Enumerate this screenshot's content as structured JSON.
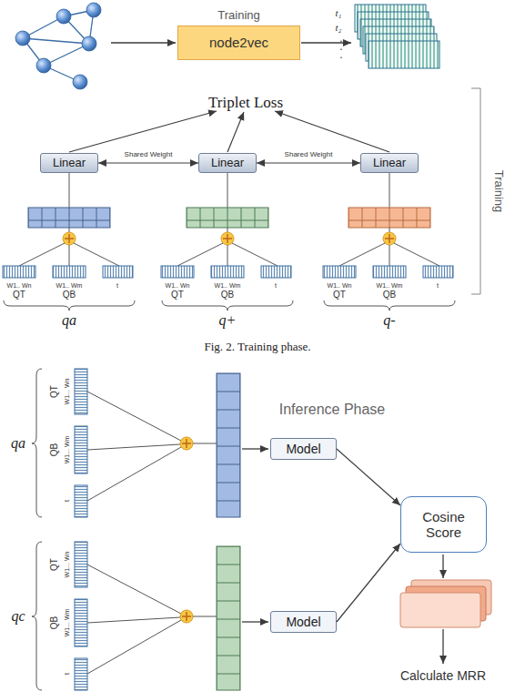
{
  "diagram": {
    "caption": "Fig. 2. Training phase.",
    "nodes": [
      {
        "text": [
          "Training",
          "node2vec"
        ]
      },
      {
        "text": [
          "Linear"
        ]
      },
      {
        "text": [
          "Linear"
        ]
      },
      {
        "text": [
          "Linear"
        ]
      },
      {
        "text": [
          "Model"
        ]
      },
      {
        "text": [
          "Model"
        ]
      },
      {
        "text": [
          "Cosine Score"
        ]
      }
    ],
    "edges": [
      {
        "from": 1,
        "to": 2,
        "label": "Shared Weight",
        "arrow": "both"
      },
      {
        "from": 2,
        "to": 3,
        "label": "Shared Weight",
        "arrow": "both"
      },
      {
        "from": 4,
        "to": 6,
        "arrow": "to"
      },
      {
        "from": 5,
        "to": 6,
        "arrow": "to"
      }
    ],
    "labels": [
      "Triplet Loss",
      "t₁",
      "t₂",
      ".",
      ".",
      ".",
      "W1.. Wn",
      "W1.. Wm",
      "t",
      "QT",
      "QB",
      "qa",
      "W1.. Wn",
      "W1.. Wm",
      "t",
      "QT",
      "QB",
      "q+",
      "W1.. Wn",
      "W1.. Wm",
      "t",
      "QT",
      "QB",
      "q-",
      "Training",
      "Inference Phase",
      "W1... Wn",
      "QT",
      "W1... Wm",
      "QB",
      "t",
      "qa",
      "W1... Wn",
      "QT",
      "W1... Wm",
      "QB",
      "t",
      "qc",
      "Calculate MRR"
    ]
  }
}
